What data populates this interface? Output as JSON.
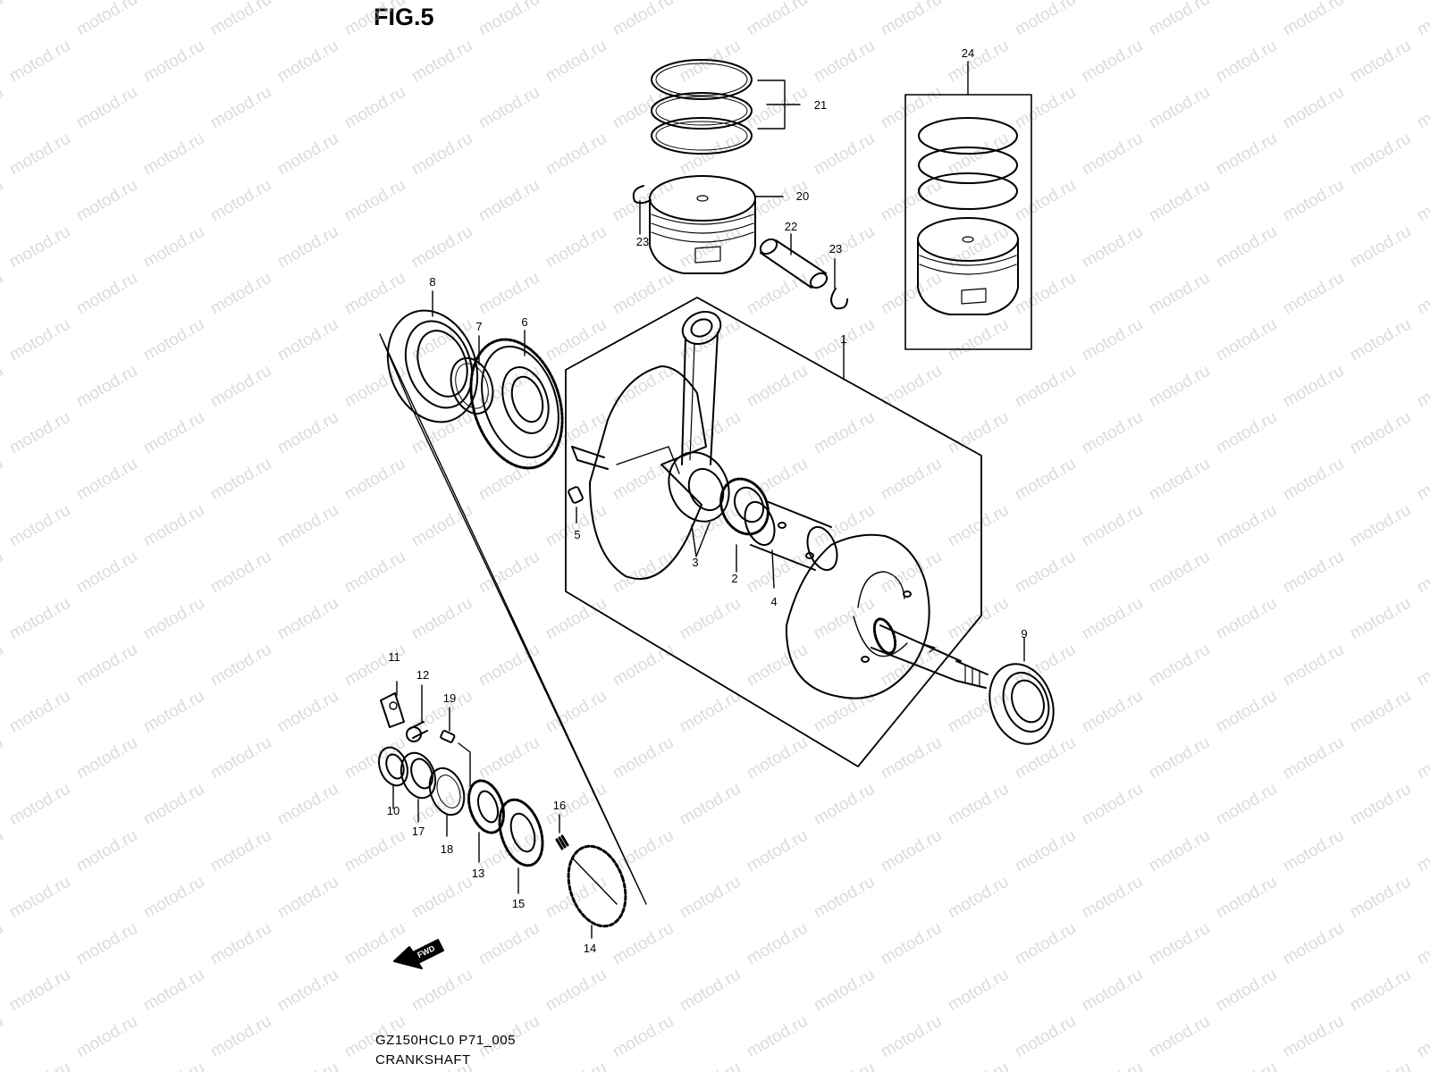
{
  "figure": {
    "title": "FIG.5",
    "model_code": "GZ150HCL0 P71_005",
    "caption": "CRANKSHAFT",
    "watermark": "motod.ru",
    "fwd_label": "FWD"
  },
  "callouts": [
    {
      "id": "c1",
      "label": "1"
    },
    {
      "id": "c2",
      "label": "2"
    },
    {
      "id": "c3",
      "label": "3"
    },
    {
      "id": "c4",
      "label": "4"
    },
    {
      "id": "c5",
      "label": "5"
    },
    {
      "id": "c6",
      "label": "6"
    },
    {
      "id": "c7",
      "label": "7"
    },
    {
      "id": "c8",
      "label": "8"
    },
    {
      "id": "c9",
      "label": "9"
    },
    {
      "id": "c10",
      "label": "10"
    },
    {
      "id": "c11",
      "label": "11"
    },
    {
      "id": "c12",
      "label": "12"
    },
    {
      "id": "c13",
      "label": "13"
    },
    {
      "id": "c14",
      "label": "14"
    },
    {
      "id": "c15",
      "label": "15"
    },
    {
      "id": "c16",
      "label": "16"
    },
    {
      "id": "c17",
      "label": "17"
    },
    {
      "id": "c18",
      "label": "18"
    },
    {
      "id": "c19",
      "label": "19"
    },
    {
      "id": "c20",
      "label": "20"
    },
    {
      "id": "c21",
      "label": "21"
    },
    {
      "id": "c22",
      "label": "22"
    },
    {
      "id": "c23a",
      "label": "23"
    },
    {
      "id": "c23b",
      "label": "23"
    },
    {
      "id": "c24",
      "label": "24"
    }
  ]
}
